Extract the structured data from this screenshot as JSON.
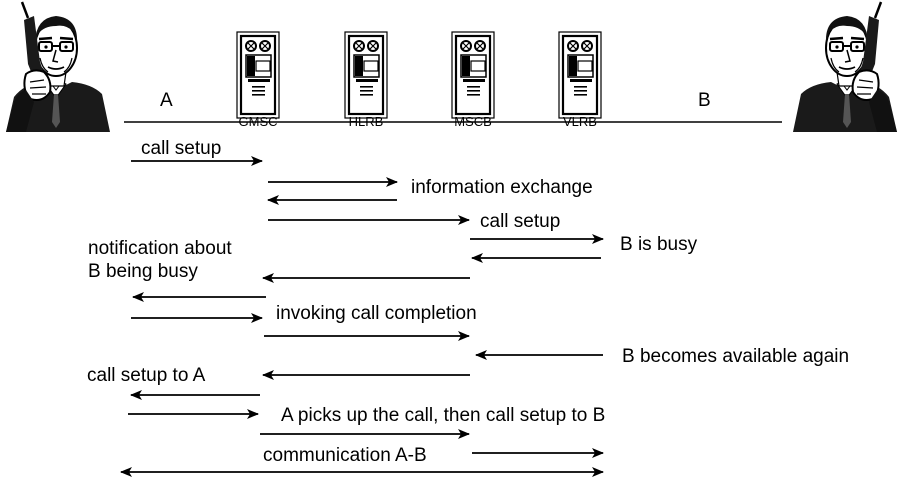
{
  "parties": [
    {
      "id": "A",
      "label": "A",
      "icon": "person-on-phone-icon"
    },
    {
      "id": "B",
      "label": "B",
      "icon": "person-on-phone-icon"
    }
  ],
  "nodes": [
    {
      "id": "GMSC",
      "label": "GMSC",
      "icon": "switch-equipment-icon"
    },
    {
      "id": "HLRB",
      "label": "HLRB",
      "icon": "switch-equipment-icon"
    },
    {
      "id": "MSCB",
      "label": "MSCB",
      "icon": "switch-equipment-icon"
    },
    {
      "id": "VLRB",
      "label": "VLRB",
      "icon": "switch-equipment-icon"
    }
  ],
  "messages": [
    {
      "text": "call setup"
    },
    {
      "text": "information exchange"
    },
    {
      "text": "call setup"
    },
    {
      "text": "B is busy"
    },
    {
      "text": "notification about"
    },
    {
      "text": "B being busy"
    },
    {
      "text": "invoking call completion"
    },
    {
      "text": "B becomes available again"
    },
    {
      "text": "call setup to A"
    },
    {
      "text": "A picks up the call, then call setup to B"
    },
    {
      "text": "communication A-B"
    }
  ]
}
